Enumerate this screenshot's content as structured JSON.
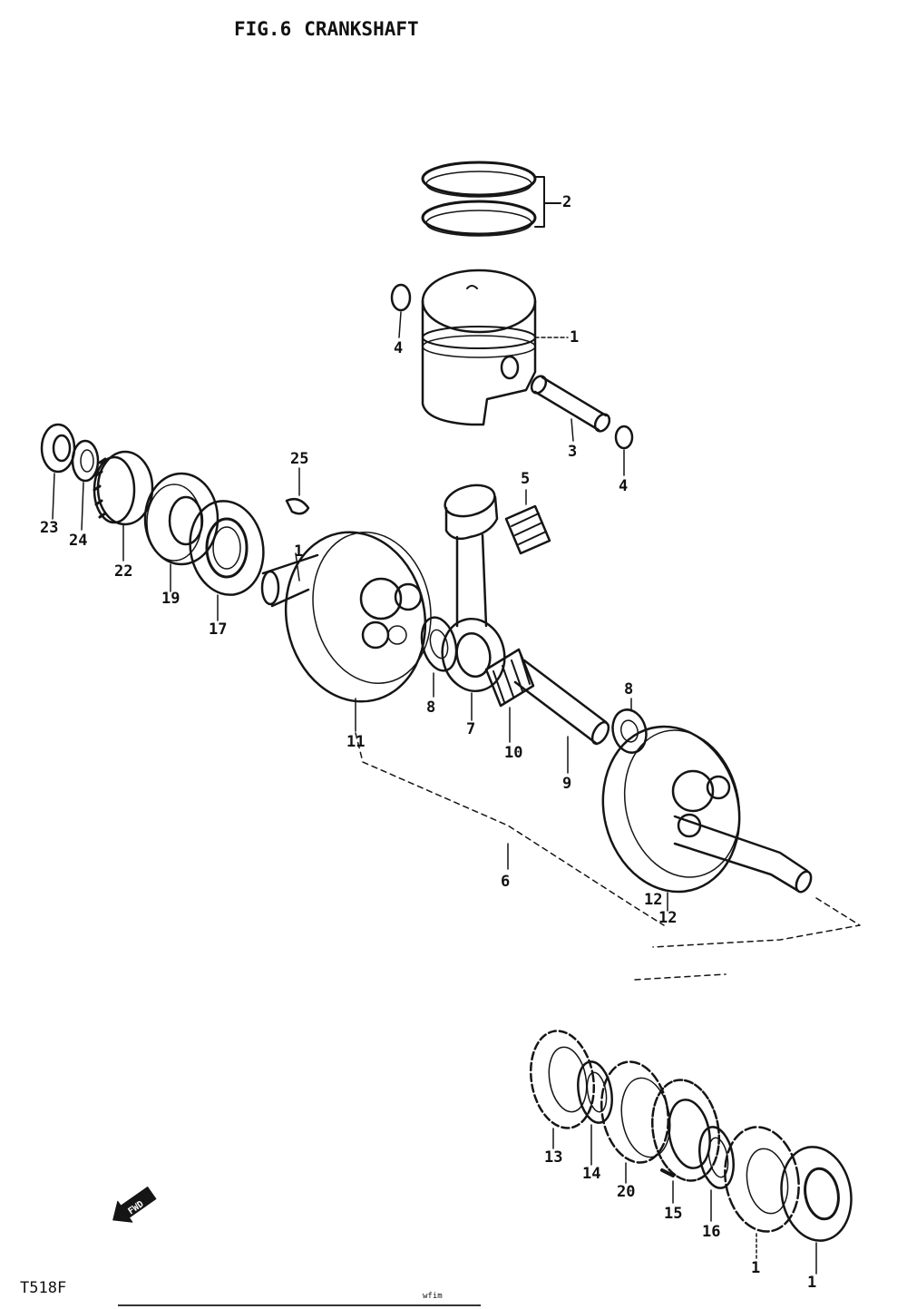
{
  "figure": {
    "fig_label": "FIG.6",
    "title": "CRANKSHAFT"
  },
  "fwd_label": "FWD",
  "footer": {
    "code": "T518F",
    "small_text": "wfim"
  },
  "callouts": [
    {
      "n": "1"
    },
    {
      "n": "2"
    },
    {
      "n": "3"
    },
    {
      "n": "4"
    },
    {
      "n": "4"
    },
    {
      "n": "5"
    },
    {
      "n": "6"
    },
    {
      "n": "7"
    },
    {
      "n": "8"
    },
    {
      "n": "8"
    },
    {
      "n": "9"
    },
    {
      "n": "10"
    },
    {
      "n": "11"
    },
    {
      "n": "12"
    },
    {
      "n": "12"
    },
    {
      "n": "13"
    },
    {
      "n": "14"
    },
    {
      "n": "15"
    },
    {
      "n": "16"
    },
    {
      "n": "17"
    },
    {
      "n": "1"
    },
    {
      "n": "19"
    },
    {
      "n": "20"
    },
    {
      "n": "22"
    },
    {
      "n": "23"
    },
    {
      "n": "24"
    },
    {
      "n": "25"
    },
    {
      "n": "1"
    },
    {
      "n": "1"
    }
  ]
}
